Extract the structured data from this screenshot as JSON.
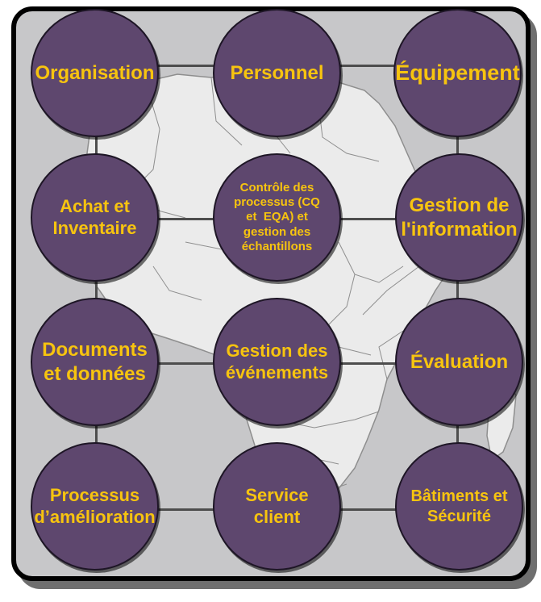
{
  "diagram": {
    "colors": {
      "node_fill": "#5e476e",
      "node_text": "#f7c40f",
      "frame_border": "#000000",
      "frame_background": "#c7c7c9",
      "map_fill": "#ebebeb",
      "map_lines": "#8e8e8e",
      "connectors": "#4d4d4d"
    },
    "background_image": "africa-map",
    "nodes": {
      "organisation": "Organisation",
      "personnel": "Personnel",
      "equipement": "Équipement",
      "achat_inventaire": "Achat et\nInventaire",
      "controle_processus": "Contrôle des\nprocessus (CQ\net  EQA) et\ngestion des\néchantillons",
      "gestion_information": "Gestion de\nl'information",
      "documents_donnees": "Documents\net données",
      "gestion_evenements": "Gestion des\névénements",
      "evaluation": "Évaluation",
      "processus_amelioration": "Processus\nd’amélioration",
      "service_client": "Service\nclient",
      "batiments_securite": "Bâtiments et\nSécurité"
    }
  }
}
